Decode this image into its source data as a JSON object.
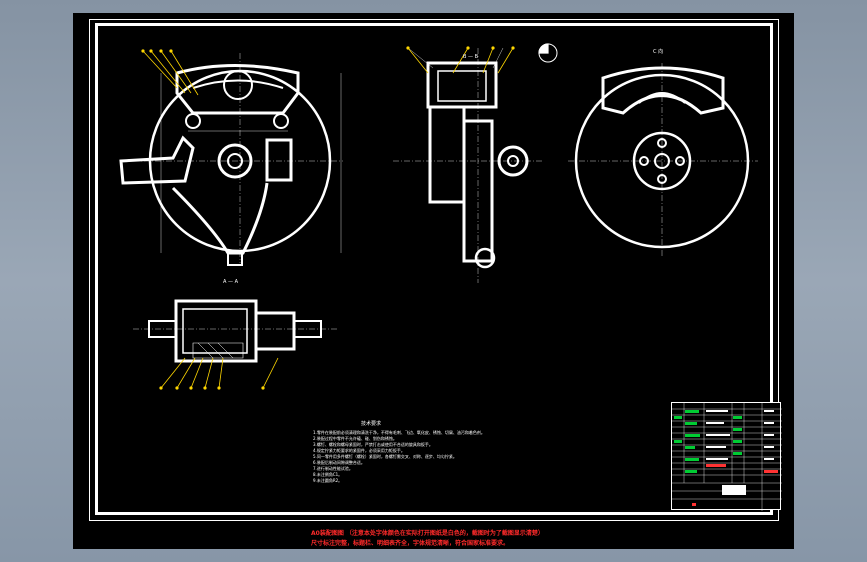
{
  "drawing": {
    "section_labels": [
      "A — A",
      "B — B",
      "C 向"
    ],
    "tech_title": "技术要求",
    "tech_notes": [
      "1.零件在装配前必须清理和清洗干净，不得有毛刺、飞边、氧化皮、锈蚀、切屑、油污和着色剂。",
      "2.装配过程中零件不允许磕、碰、划伤和锈蚀。",
      "3.螺钉、螺栓和螺母紧固时，严禁打击或使用不合适的旋具和扳手。",
      "4.规定拧紧力矩要求的紧固件，必须采用力矩扳手。",
      "5.同一零件用多件螺钉（螺栓）紧固时，各螺钉需交叉、对称、逐步、均匀拧紧。",
      "6.装配后制动间隙调整合适。",
      "7.进行制动性能试验。",
      "8.未注倒角C1。",
      "9.未注圆角R2。"
    ],
    "caption_line1": "A0装配图图 （注意本处字体颜色在实际打开图纸是白色的，截图时为了截图显示清楚）",
    "caption_line2": "尺寸标注完整，标题栏、明细表齐全，字体规范清晰，符合国家标准要求。"
  },
  "colors": {
    "canvas": "#000000",
    "line": "#ffffff",
    "balloon": "#ffd700",
    "caption": "#ff2a2a",
    "table_green": "#00cc33",
    "table_red": "#ff3333"
  }
}
